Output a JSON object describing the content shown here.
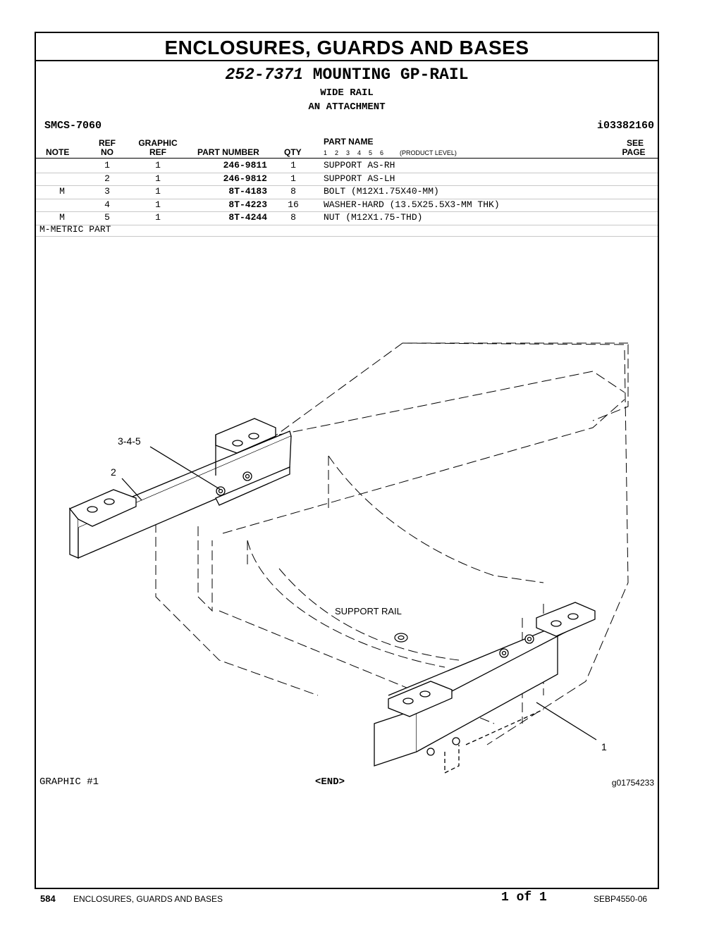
{
  "section_title": "ENCLOSURES, GUARDS AND BASES",
  "group": {
    "number": "252-7371",
    "name": "MOUNTING GP-RAIL",
    "sub1": "WIDE RAIL",
    "sub2": "AN ATTACHMENT"
  },
  "smcs": "SMCS-7060",
  "doc_id": "i03382160",
  "table": {
    "headers": {
      "note": "NOTE",
      "ref_top": "REF",
      "ref_bottom": "NO",
      "graphic_top": "GRAPHIC",
      "graphic_bottom": "REF",
      "part_number": "PART NUMBER",
      "qty": "QTY",
      "part_name": "PART NAME",
      "levels": "1  2  3  4  5  6",
      "product_level": "(PRODUCT LEVEL)",
      "see_top": "SEE",
      "see_bottom": "PAGE"
    },
    "rows": [
      {
        "note": "",
        "ref": "1",
        "graphic": "1",
        "part_number": "246-9811",
        "qty": "1",
        "name": "SUPPORT AS-RH"
      },
      {
        "note": "",
        "ref": "2",
        "graphic": "1",
        "part_number": "246-9812",
        "qty": "1",
        "name": "SUPPORT AS-LH"
      },
      {
        "note": "M",
        "ref": "3",
        "graphic": "1",
        "part_number": "8T-4183",
        "qty": "8",
        "name": "BOLT (M12X1.75X40-MM)"
      },
      {
        "note": "",
        "ref": "4",
        "graphic": "1",
        "part_number": "8T-4223",
        "qty": "16",
        "name": "WASHER-HARD (13.5X25.5X3-MM THK)"
      },
      {
        "note": "M",
        "ref": "5",
        "graphic": "1",
        "part_number": "8T-4244",
        "qty": "8",
        "name": "NUT (M12X1.75-THD)"
      }
    ],
    "footnote": "M-METRIC PART"
  },
  "figure": {
    "callout_345": "3-4-5",
    "callout_2": "2",
    "callout_1": "1",
    "support_rail_label": "SUPPORT RAIL"
  },
  "graphic_label": "GRAPHIC #1",
  "end_marker": "<END>",
  "graphic_id": "g01754233",
  "footer": {
    "page_number": "584",
    "section": "ENCLOSURES, GUARDS AND BASES",
    "page_of": "1 of 1",
    "publication": "SEBP4550-06"
  }
}
